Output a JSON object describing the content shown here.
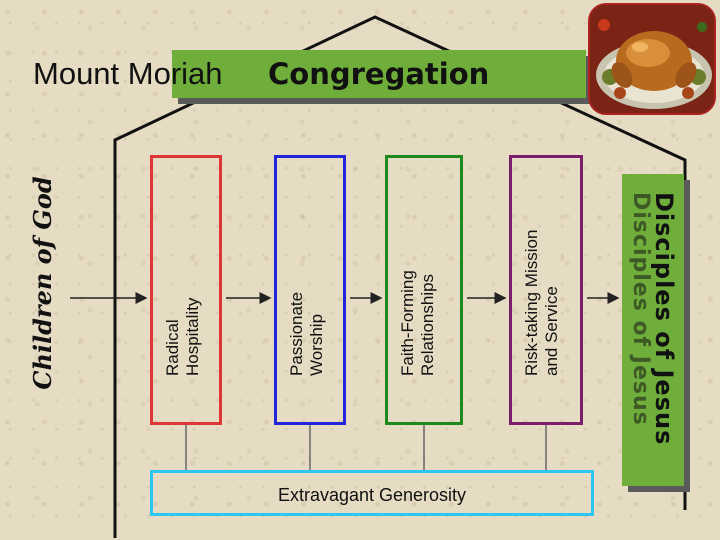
{
  "title": {
    "main": "Mount Moriah",
    "sub": "Congregation"
  },
  "side_label": "Children of God",
  "pillars": [
    {
      "line1": "Radical",
      "line2": "Hospitality",
      "color": "#e03535"
    },
    {
      "line1": "Passionate",
      "line2": "Worship",
      "color": "#2424d8"
    },
    {
      "line1": "Faith-Forming",
      "line2": "Relationships",
      "color": "#1e8a1e"
    },
    {
      "line1": "Risk-taking Mission",
      "line2": "and Service",
      "color": "#7a1e6a"
    }
  ],
  "outcome": {
    "label": "Disciples of Jesus",
    "ghost_label": "Disciples of Jesus"
  },
  "foundation": "Extravagant Generosity",
  "colors": {
    "accent_green": "#6fae3a",
    "foundation_border": "#2ec5f0"
  },
  "photo": {
    "subject": "roast-turkey-dinner"
  }
}
